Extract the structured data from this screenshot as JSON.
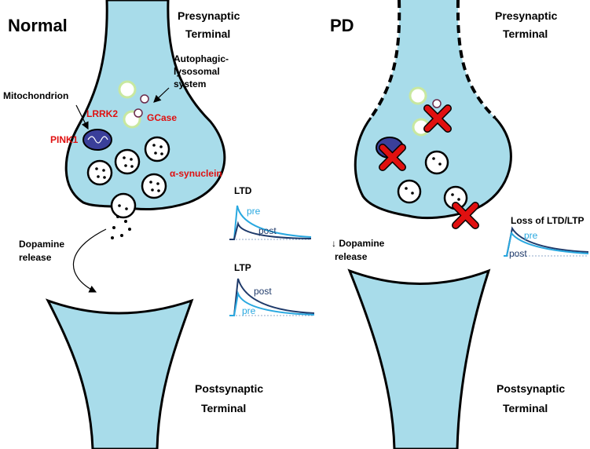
{
  "normal": {
    "title": "Normal",
    "presynaptic": [
      "Presynaptic",
      "Terminal"
    ],
    "autophagic": [
      "Autophagic-",
      "lysosomal",
      "system"
    ],
    "mitochondrion": "Mitochondrion",
    "lrrk2": "LRRK2",
    "gcase": "GCase",
    "pink1": "PINK1",
    "synuclein": "α-synuclein",
    "dopamine": [
      "Dopamine",
      "release"
    ],
    "ltd": "LTD",
    "ltp": "LTP",
    "postsynaptic": [
      "Postsynaptic",
      "Terminal"
    ]
  },
  "pd": {
    "title": "PD",
    "presynaptic": [
      "Presynaptic",
      "Terminal"
    ],
    "dopamine": [
      "↓ Dopamine",
      "release"
    ],
    "loss": "Loss of LTD/LTP",
    "postsynaptic": [
      "Postsynaptic",
      "Terminal"
    ]
  },
  "trace": {
    "pre": "pre",
    "post": "post"
  },
  "colors": {
    "terminal_fill": "#a8dcea",
    "label_red": "#e01010",
    "trace_pre": "#29a8e0",
    "trace_post": "#1f3a6a",
    "mitochondrion": "#3a3f9a",
    "lysosome_ring": "#c8e8a0",
    "x_mark": "#e01010"
  }
}
